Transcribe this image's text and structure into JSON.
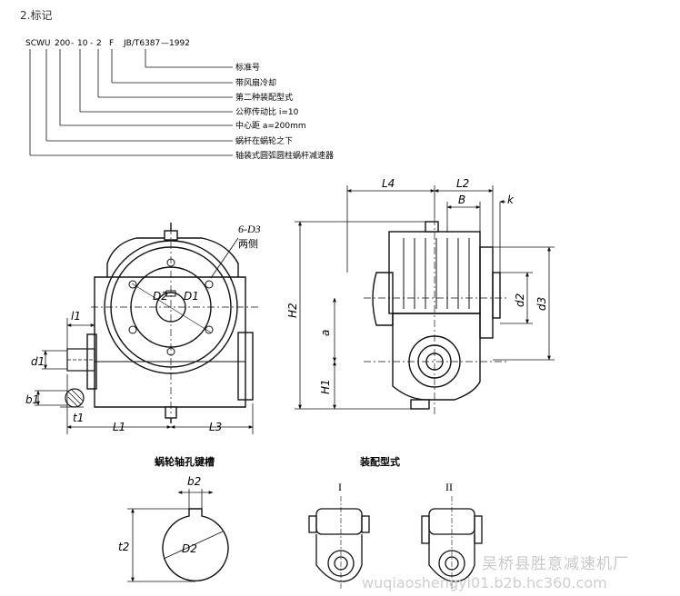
{
  "heading": "2.标记",
  "code": {
    "parts": [
      "SCWU",
      "200",
      "-",
      "10",
      "-",
      "2",
      "F",
      "JB/T6387",
      "—1992"
    ]
  },
  "code_legend": [
    "标准号",
    "带风扇冷却",
    "第二种装配型式",
    "公称传动比 i=10",
    "中心距 a=200mm",
    "蜗杆在蜗轮之下",
    "轴装式圆弧圆柱蜗杆减速器"
  ],
  "front_view": {
    "holes_label": "6-D3",
    "holes_note": "两侧",
    "dims": {
      "l1": "l1",
      "d1": "d1",
      "b1": "b1",
      "t1": "t1",
      "L1": "L1",
      "L3": "L3",
      "D2": "D2",
      "D1": "D1"
    }
  },
  "side_view": {
    "dims": {
      "L4": "L4",
      "L2": "L2",
      "B": "B",
      "k": "k",
      "H2": "H2",
      "H1": "H1",
      "a": "a",
      "d2": "d2",
      "d3": "d3"
    }
  },
  "keyway": {
    "title": "蜗轮轴孔键槽",
    "b2": "b2",
    "t2": "t2",
    "D2": "D2"
  },
  "assembly": {
    "title": "装配型式",
    "types": [
      "I",
      "II"
    ]
  },
  "watermark": {
    "company": "吴桥县胜意减速机厂",
    "url": "wuqiaoshengyi01.b2b.hc360.com"
  }
}
